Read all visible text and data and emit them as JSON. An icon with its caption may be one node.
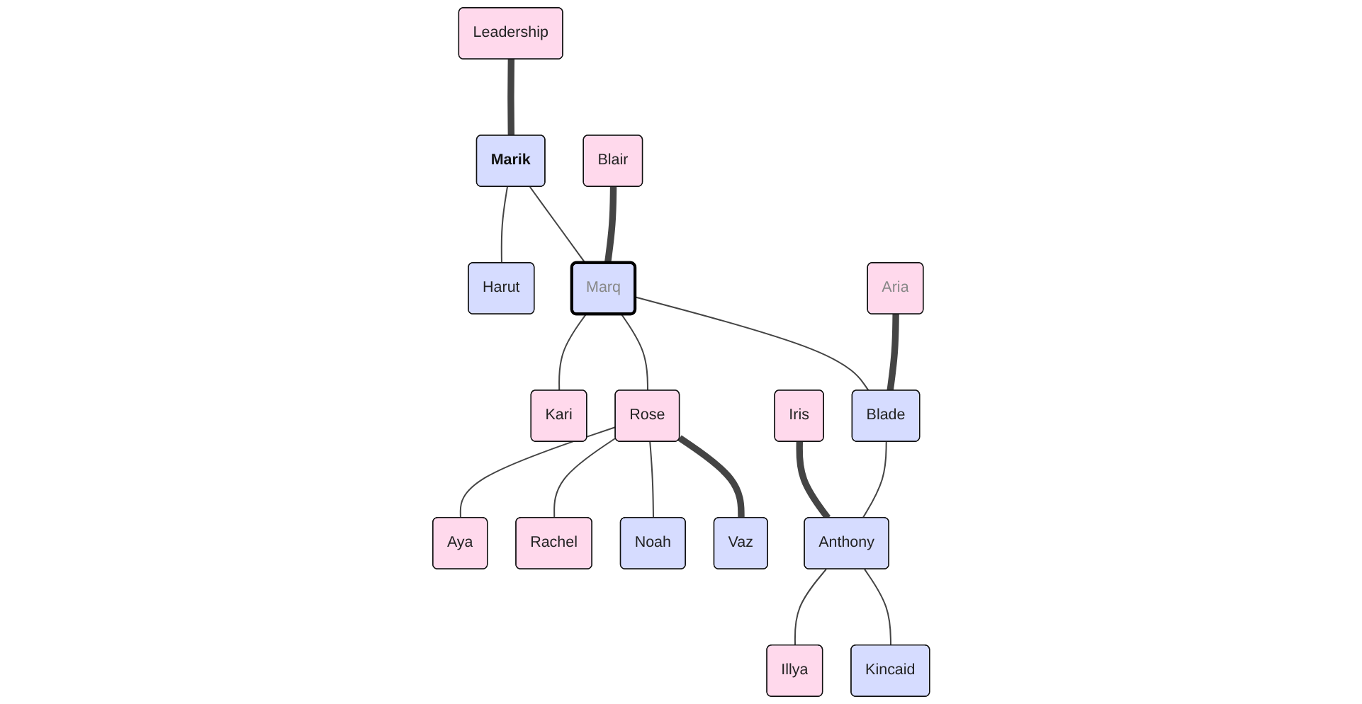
{
  "diagram": {
    "nodes": [
      {
        "text": [
          "Leadership"
        ]
      },
      {
        "text": [
          "Marik"
        ]
      },
      {
        "text": [
          "Blair"
        ]
      },
      {
        "text": [
          "Marq"
        ]
      },
      {
        "text": [
          "Harut"
        ]
      },
      {
        "text": [
          "Aria"
        ]
      },
      {
        "text": [
          "Blade"
        ]
      },
      {
        "text": [
          "Rose"
        ]
      },
      {
        "text": [
          "Vaz"
        ]
      },
      {
        "text": [
          "Kari"
        ]
      },
      {
        "text": [
          "Iris"
        ]
      },
      {
        "text": [
          "Anthony"
        ]
      },
      {
        "text": [
          "Noah"
        ]
      },
      {
        "text": [
          "Rachel"
        ]
      },
      {
        "text": [
          "Aya"
        ]
      },
      {
        "text": [
          "Kincaid"
        ]
      },
      {
        "text": [
          "Illya"
        ]
      }
    ],
    "edges": [
      {
        "from": 0,
        "to": 1,
        "arrow": "none",
        "style": "thick"
      },
      {
        "from": 1,
        "to": 3,
        "arrow": "none"
      },
      {
        "from": 1,
        "to": 4,
        "arrow": "none"
      },
      {
        "from": 2,
        "to": 3,
        "arrow": "none",
        "style": "thick"
      },
      {
        "from": 3,
        "to": 6,
        "arrow": "none"
      },
      {
        "from": 3,
        "to": 7,
        "arrow": "none"
      },
      {
        "from": 3,
        "to": 9,
        "arrow": "none"
      },
      {
        "from": 5,
        "to": 6,
        "arrow": "none",
        "style": "thick"
      },
      {
        "from": 7,
        "to": 8,
        "arrow": "none",
        "style": "thick"
      },
      {
        "from": 6,
        "to": 11,
        "arrow": "none"
      },
      {
        "from": 7,
        "to": 12,
        "arrow": "none"
      },
      {
        "from": 7,
        "to": 13,
        "arrow": "none"
      },
      {
        "from": 7,
        "to": 14,
        "arrow": "none"
      },
      {
        "from": 10,
        "to": 11,
        "arrow": "none",
        "style": "thick"
      },
      {
        "from": 11,
        "to": 15,
        "arrow": "none"
      },
      {
        "from": 11,
        "to": 16,
        "arrow": "none"
      }
    ]
  }
}
